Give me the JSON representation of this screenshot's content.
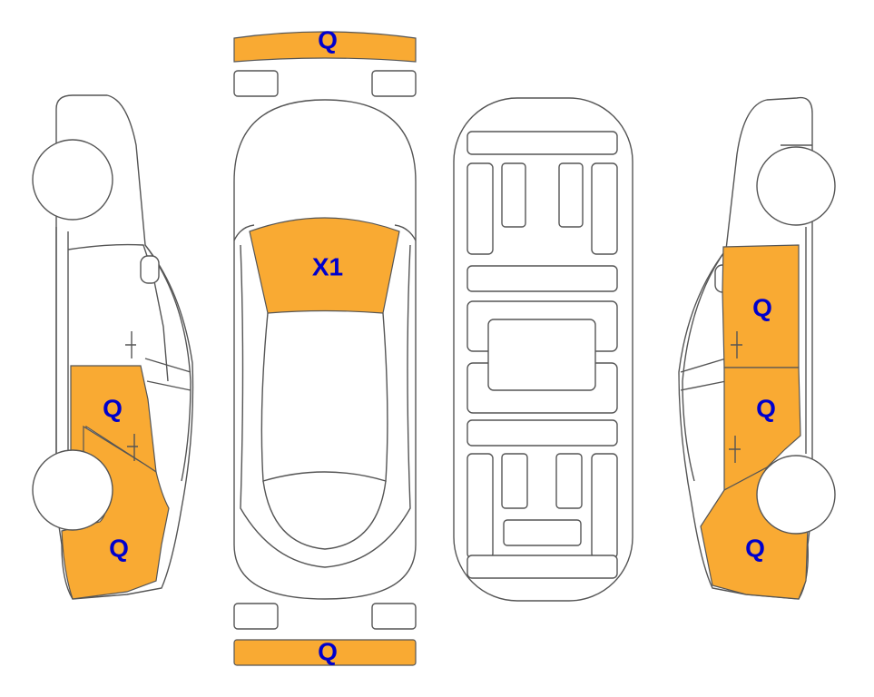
{
  "colors": {
    "damage_fill": "#F9AA33",
    "label": "#0000CC",
    "outline": "#555555"
  },
  "views": {
    "left_side": {
      "rear_door_label": "Q",
      "front_fender_label": "Q"
    },
    "top": {
      "front_bumper_label": "Q",
      "windshield_label": "X1",
      "rear_bumper_label": "Q"
    },
    "right_side": {
      "rear_door_label": "Q",
      "front_door_label": "Q",
      "front_fender_label": "Q"
    }
  }
}
